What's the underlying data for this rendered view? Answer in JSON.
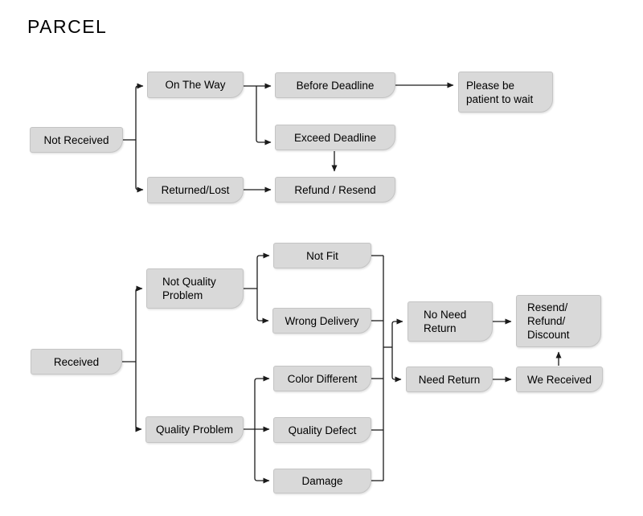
{
  "title": "PARCEL",
  "colors": {
    "background": "#ffffff",
    "node_fill": "#d9d9d9",
    "node_border": "#c4c4c4",
    "connector": "#1a1a1a",
    "text": "#000000"
  },
  "diagram": {
    "nodes": {
      "not_received": {
        "label": "Not Received"
      },
      "on_the_way": {
        "label": "On The Way"
      },
      "before_deadline": {
        "label": "Before Deadline"
      },
      "please_wait": {
        "label": "Please be\npatient to wait"
      },
      "exceed_deadline": {
        "label": "Exceed Deadline"
      },
      "refund_resend": {
        "label": "Refund / Resend"
      },
      "returned_lost": {
        "label": "Returned/Lost"
      },
      "received": {
        "label": "Received"
      },
      "not_quality_problem": {
        "label": "Not Quality\nProblem"
      },
      "quality_problem": {
        "label": "Quality Problem"
      },
      "not_fit": {
        "label": "Not Fit"
      },
      "wrong_delivery": {
        "label": "Wrong Delivery"
      },
      "color_different": {
        "label": "Color Different"
      },
      "quality_defect": {
        "label": "Quality Defect"
      },
      "damage": {
        "label": "Damage"
      },
      "no_need_return": {
        "label": "No Need\nReturn"
      },
      "need_return": {
        "label": "Need Return"
      },
      "resend_refund_discount": {
        "label": "Resend/\nRefund/\nDiscount"
      },
      "we_received": {
        "label": "We Received"
      }
    },
    "edges": [
      {
        "from": "not_received",
        "to": "on_the_way"
      },
      {
        "from": "not_received",
        "to": "returned_lost"
      },
      {
        "from": "on_the_way",
        "to": "before_deadline"
      },
      {
        "from": "on_the_way",
        "to": "exceed_deadline"
      },
      {
        "from": "before_deadline",
        "to": "please_wait"
      },
      {
        "from": "exceed_deadline",
        "to": "refund_resend"
      },
      {
        "from": "returned_lost",
        "to": "refund_resend"
      },
      {
        "from": "received",
        "to": "not_quality_problem"
      },
      {
        "from": "received",
        "to": "quality_problem"
      },
      {
        "from": "not_quality_problem",
        "to": "not_fit"
      },
      {
        "from": "not_quality_problem",
        "to": "wrong_delivery"
      },
      {
        "from": "quality_problem",
        "to": "color_different"
      },
      {
        "from": "quality_problem",
        "to": "quality_defect"
      },
      {
        "from": "quality_problem",
        "to": "damage"
      },
      {
        "from": [
          "not_fit",
          "wrong_delivery",
          "color_different",
          "quality_defect",
          "damage"
        ],
        "to": [
          "no_need_return",
          "need_return"
        ]
      },
      {
        "from": "no_need_return",
        "to": "resend_refund_discount"
      },
      {
        "from": "need_return",
        "to": "we_received"
      },
      {
        "from": "we_received",
        "to": "resend_refund_discount"
      }
    ]
  }
}
